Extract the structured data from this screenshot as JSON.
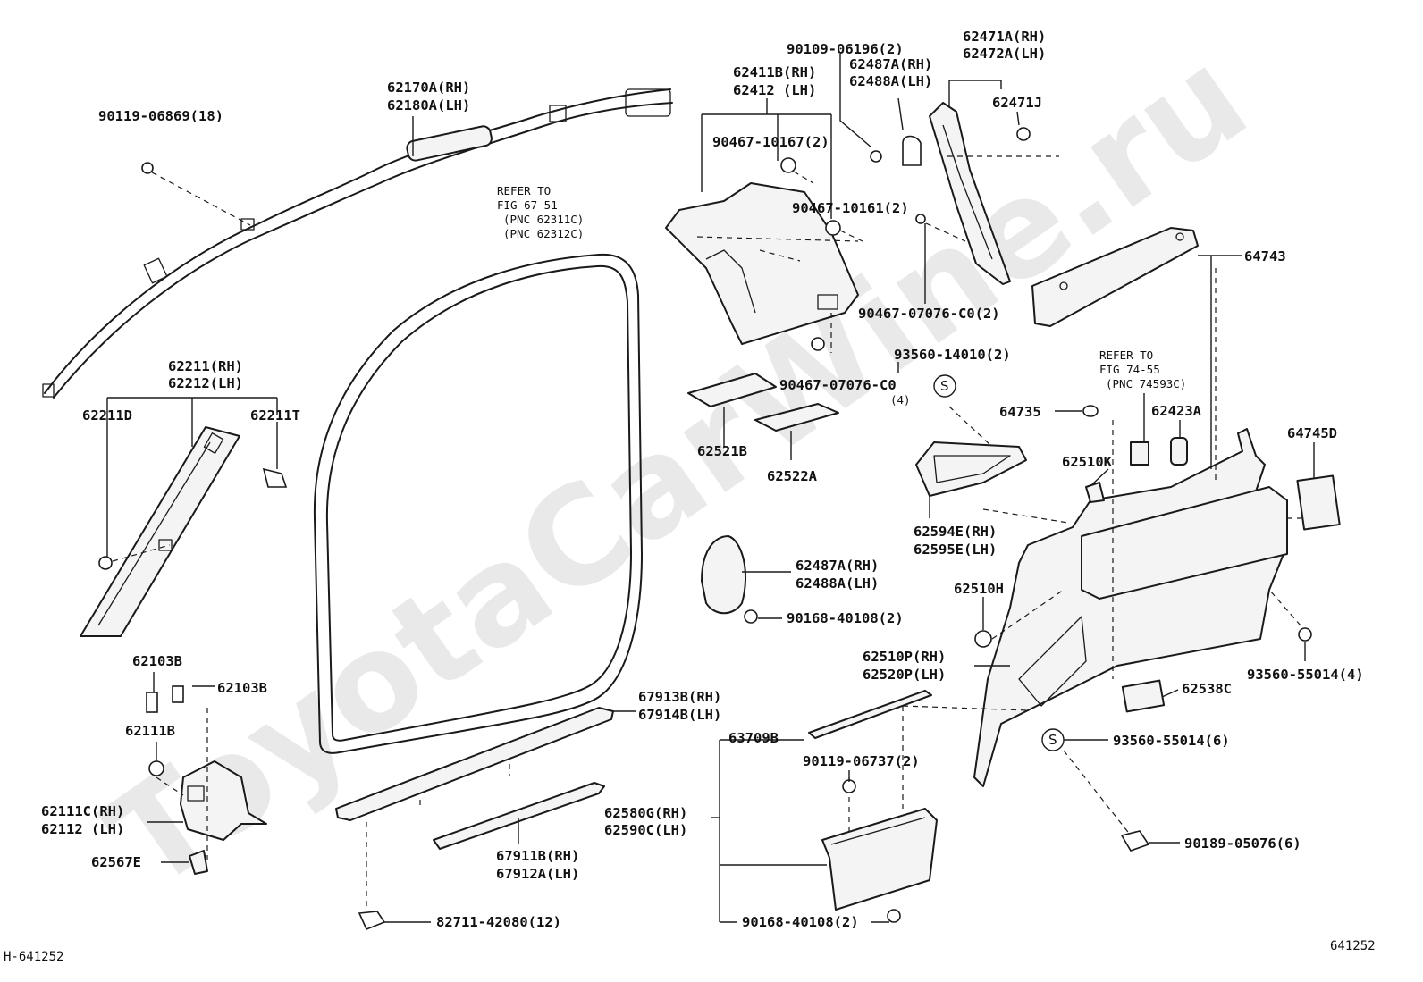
{
  "watermark": "ToyotaCarWine.ru",
  "footer": {
    "left_code": "H-641252",
    "right_code": "641252"
  },
  "reference_notes": {
    "fig_67_51": [
      "REFER TO",
      "FIG 67-51",
      "(PNC 62311C)",
      "(PNC 62312C)"
    ],
    "fig_74_55": [
      "REFER TO",
      "FIG 74-55",
      "(PNC 74593C)"
    ]
  },
  "s_marks": {
    "a": "S",
    "b": "S"
  },
  "labels": {
    "l_90119_06869": "90119-06869(18)",
    "l_62170A": "62170A(RH)",
    "l_62180A": "62180A(LH)",
    "l_62211": "62211(RH)",
    "l_62212": "62212(LH)",
    "l_62211D": "62211D",
    "l_62211T": "62211T",
    "l_62103B_a": "62103B",
    "l_62103B_b": "62103B",
    "l_62111B": "62111B",
    "l_62111C": "62111C(RH)",
    "l_62112": "62112 (LH)",
    "l_62567E": "62567E",
    "l_82711": "82711-42080(12)",
    "l_67913B": "67913B(RH)",
    "l_67914B": "67914B(LH)",
    "l_67911B": "67911B(RH)",
    "l_67912A": "67912A(LH)",
    "l_62580G": "62580G(RH)",
    "l_62590C": "62590C(LH)",
    "l_63709B": "63709B",
    "l_90119_06737": "90119-06737(2)",
    "l_90168_bottom": "90168-40108(2)",
    "l_62411B": "62411B(RH)",
    "l_62412": "62412 (LH)",
    "l_90109": "90109-06196(2)",
    "l_62487A_top": "62487A(RH)",
    "l_62488A_top": "62488A(LH)",
    "l_62471A": "62471A(RH)",
    "l_62472A": "62472A(LH)",
    "l_62471J": "62471J",
    "l_90467_10167": "90467-10167(2)",
    "l_90467_10161": "90467-10161(2)",
    "l_90467_07076_a": "90467-07076-C0(2)",
    "l_90467_07076_b": "90467-07076-C0",
    "l_90467_07076_b_qty": "(4)",
    "l_64743": "64743",
    "l_93560_14010": "93560-14010(2)",
    "l_62521B": "62521B",
    "l_62522A": "62522A",
    "l_64735": "64735",
    "l_62423A": "62423A",
    "l_64745D": "64745D",
    "l_62510K": "62510K",
    "l_62594E": "62594E(RH)",
    "l_62595E": "62595E(LH)",
    "l_62487A_mid": "62487A(RH)",
    "l_62488A_mid": "62488A(LH)",
    "l_90168_mid": "90168-40108(2)",
    "l_62510H": "62510H",
    "l_62510P": "62510P(RH)",
    "l_62520P": "62520P(LH)",
    "l_93560_55014_4": "93560-55014(4)",
    "l_62538C": "62538C",
    "l_93560_55014_6": "93560-55014(6)",
    "l_90189": "90189-05076(6)"
  }
}
